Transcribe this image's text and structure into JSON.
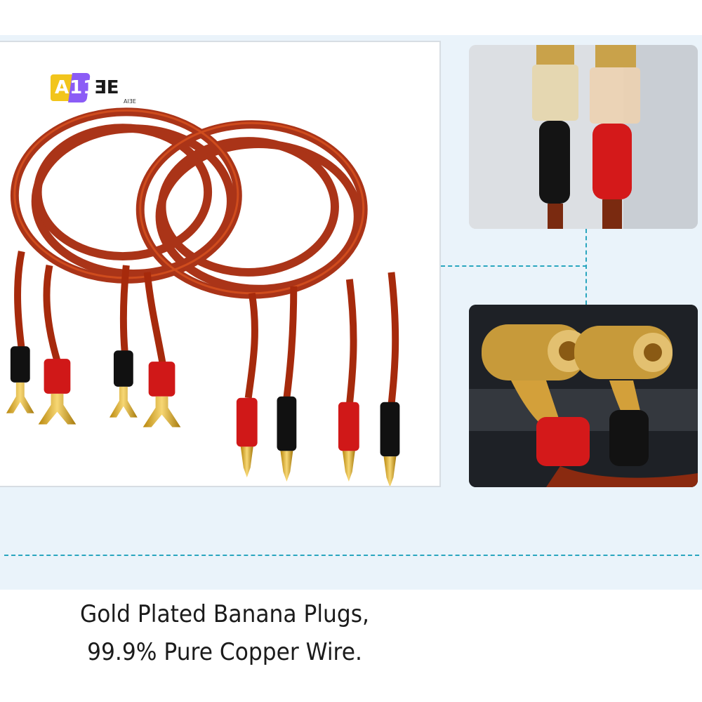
{
  "logo": {
    "mark_text": "A11",
    "tail_text": "ƎE",
    "sub_text": "AIƎE"
  },
  "caption": {
    "line1": "Gold Plated Banana Plugs,",
    "line2": "99.9% Pure Copper Wire."
  },
  "colors": {
    "background": "#eaf3fa",
    "dash_accent": "#2aa6bf",
    "cable_red": "#b8320f",
    "gold": "#d4a017",
    "logo_yellow": "#f2c51c",
    "logo_purple": "#8b5cf6"
  }
}
